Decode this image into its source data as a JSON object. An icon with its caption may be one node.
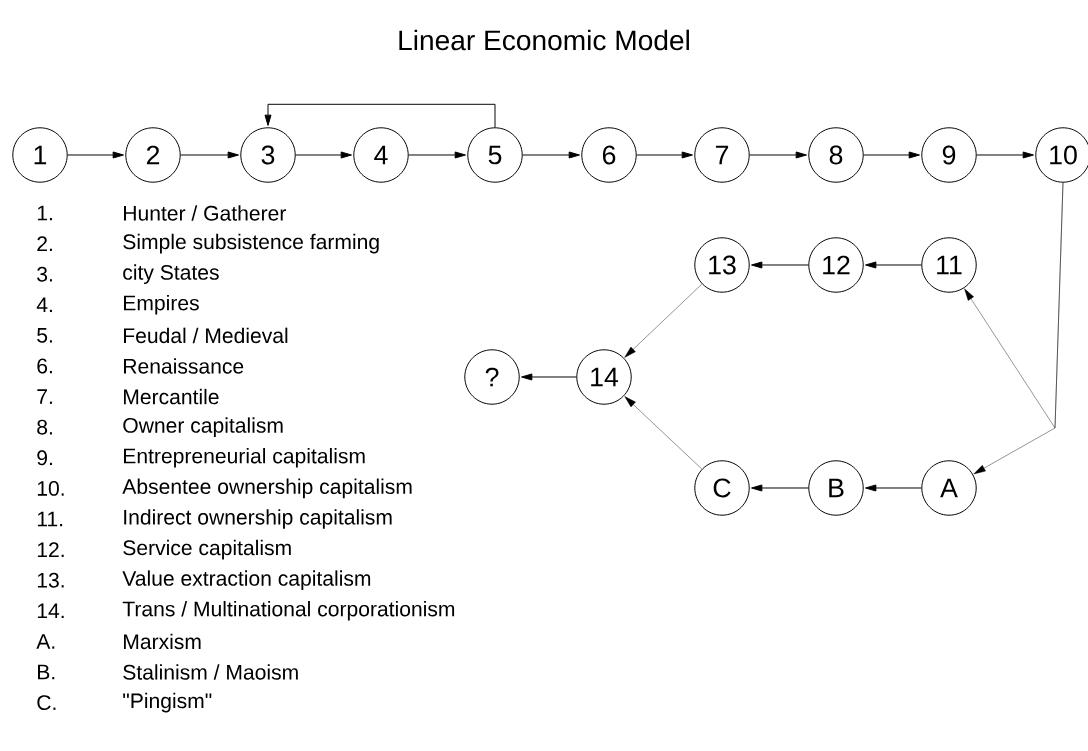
{
  "diagram": {
    "title": "Linear Economic Model",
    "nodes": [
      {
        "text": [
          "1"
        ]
      },
      {
        "text": [
          "2"
        ]
      },
      {
        "text": [
          "3"
        ]
      },
      {
        "text": [
          "4"
        ]
      },
      {
        "text": [
          "5"
        ]
      },
      {
        "text": [
          "6"
        ]
      },
      {
        "text": [
          "7"
        ]
      },
      {
        "text": [
          "8"
        ]
      },
      {
        "text": [
          "9"
        ]
      },
      {
        "text": [
          "10"
        ]
      },
      {
        "text": [
          "11"
        ]
      },
      {
        "text": [
          "12"
        ]
      },
      {
        "text": [
          "13"
        ]
      },
      {
        "text": [
          "14"
        ]
      },
      {
        "text": [
          "?"
        ]
      },
      {
        "text": [
          "A"
        ]
      },
      {
        "text": [
          "B"
        ]
      },
      {
        "text": [
          "C"
        ]
      }
    ],
    "edges": [
      {
        "from": 0,
        "to": 1,
        "arrow": "to"
      },
      {
        "from": 1,
        "to": 2,
        "arrow": "to"
      },
      {
        "from": 2,
        "to": 3,
        "arrow": "to"
      },
      {
        "from": 3,
        "to": 4,
        "arrow": "to"
      },
      {
        "from": 4,
        "to": 2,
        "arrow": "to"
      },
      {
        "from": 4,
        "to": 5,
        "arrow": "to"
      },
      {
        "from": 5,
        "to": 6,
        "arrow": "to"
      },
      {
        "from": 6,
        "to": 7,
        "arrow": "to"
      },
      {
        "from": 7,
        "to": 8,
        "arrow": "to"
      },
      {
        "from": 8,
        "to": 9,
        "arrow": "to"
      },
      {
        "from": 9,
        "to": 10,
        "arrow": "to"
      },
      {
        "from": 9,
        "to": 15,
        "arrow": "to"
      },
      {
        "from": 10,
        "to": 11,
        "arrow": "to"
      },
      {
        "from": 11,
        "to": 12,
        "arrow": "to"
      },
      {
        "from": 12,
        "to": 13,
        "arrow": "to"
      },
      {
        "from": 15,
        "to": 16,
        "arrow": "to"
      },
      {
        "from": 16,
        "to": 17,
        "arrow": "to"
      },
      {
        "from": 17,
        "to": 13,
        "arrow": "to"
      },
      {
        "from": 13,
        "to": 14,
        "arrow": "to"
      }
    ],
    "labels": [
      "1.",
      "Hunter / Gatherer",
      "2.",
      "Simple subsistence farming",
      "3.",
      "city States",
      "4.",
      "Empires",
      "5.",
      "Feudal / Medieval",
      "6.",
      "Renaissance",
      "7.",
      "Mercantile",
      "8.",
      "Owner capitalism",
      "9.",
      "Entrepreneurial capitalism",
      "10.",
      "Absentee ownership capitalism",
      "11.",
      "Indirect ownership capitalism",
      "12.",
      "Service capitalism",
      "13.",
      "Value extraction capitalism",
      "14.",
      "Trans / Multinational corporationism",
      "A.",
      "Marxism",
      "B.",
      "Stalinism / Maoism",
      "C.",
      "\"Pingism\""
    ]
  }
}
